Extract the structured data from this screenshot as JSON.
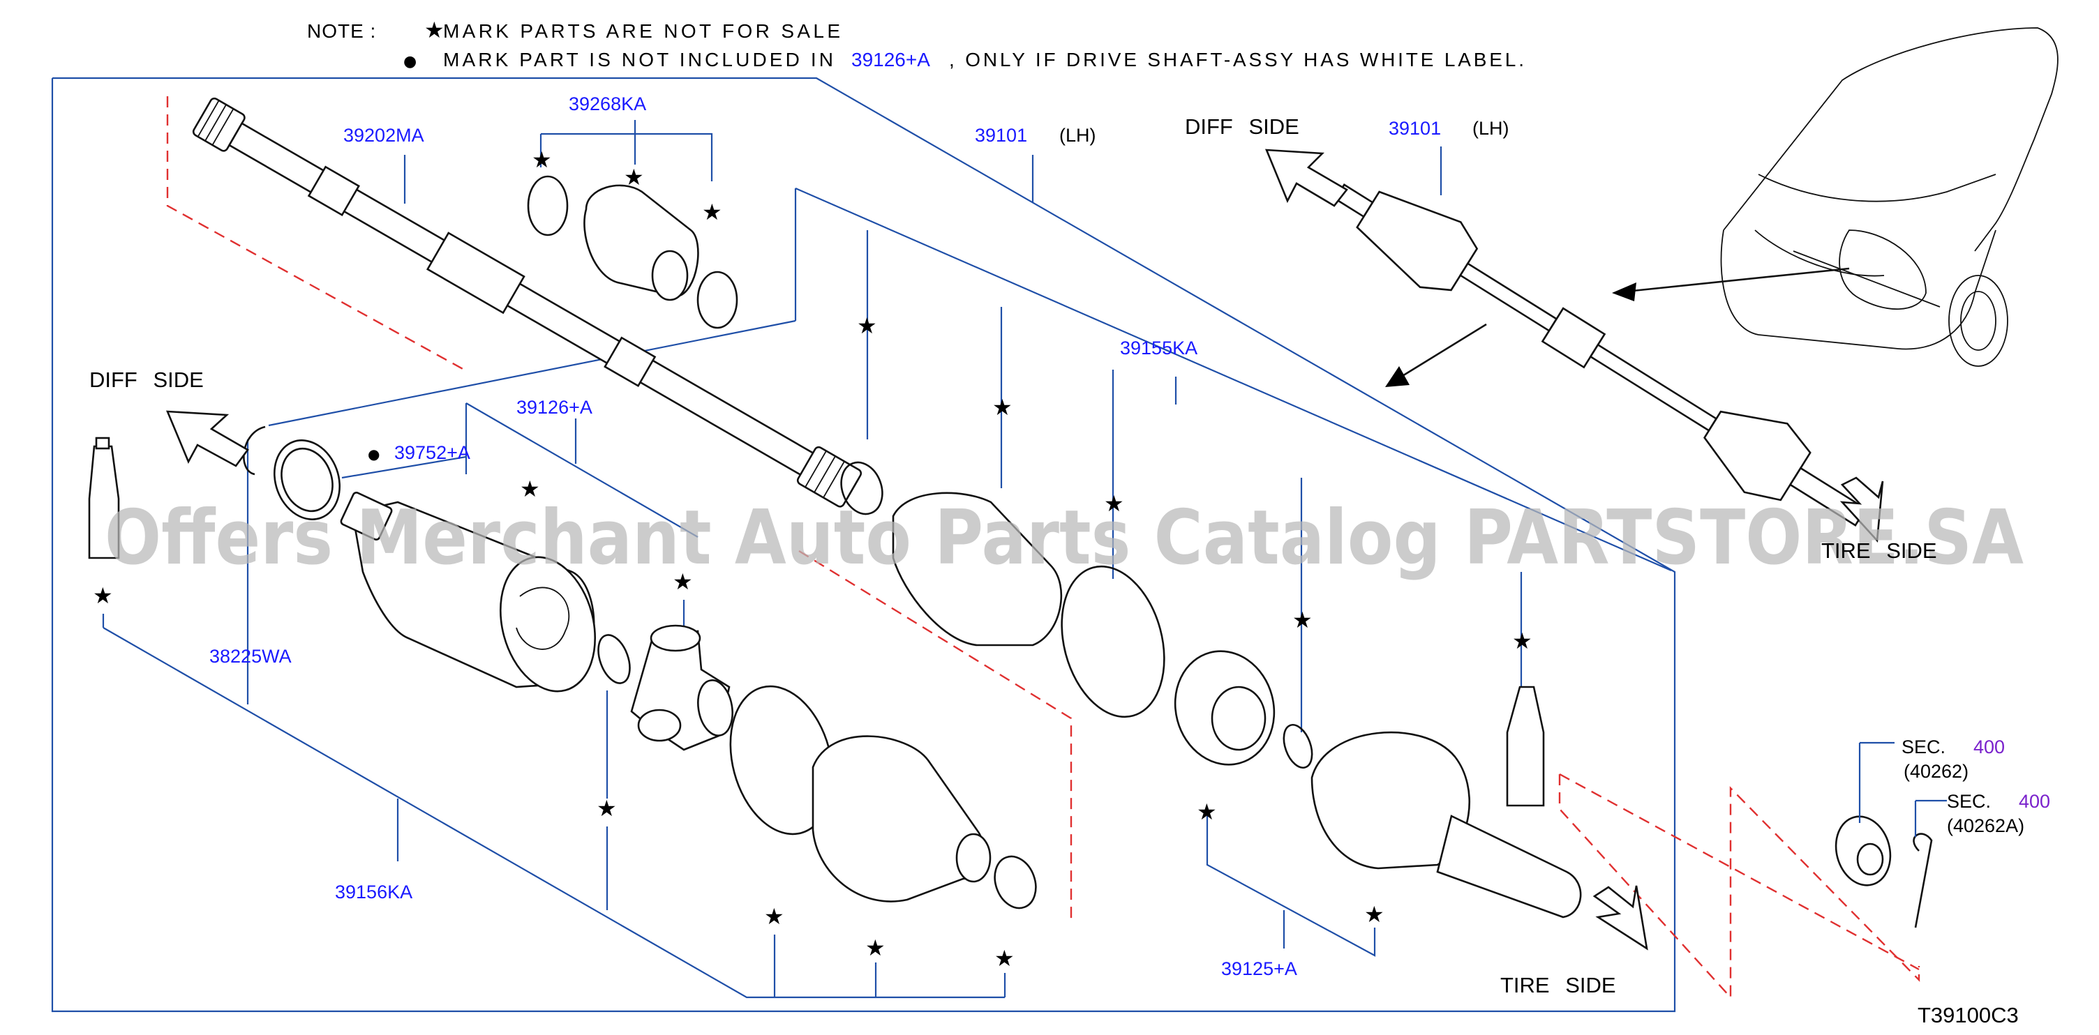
{
  "note": {
    "label": "NOTE :",
    "line1": "MARK PARTS ARE NOT FOR SALE",
    "line2_prefix": "MARK PART IS NOT INCLUDED IN",
    "line2_ref": "39126+A",
    "line2_suffix": ", ONLY IF DRIVE SHAFT-ASSY HAS WHITE LABEL."
  },
  "symbols": {
    "star": "★",
    "dot": "●"
  },
  "parts": {
    "p39202MA": "39202MA",
    "p39268KA": "39268KA",
    "p39101_main": "39101",
    "lh_main": "(LH)",
    "p39101_car": "39101",
    "lh_car": "(LH)",
    "p39155KA": "39155KA",
    "p39126A": "39126+A",
    "p39752A": "39752+A",
    "p38225WA": "38225WA",
    "p39156KA": "39156KA",
    "p39125A": "39125+A",
    "sec1_label": "SEC.",
    "sec1_num": "400",
    "sec1_ref": "(40262)",
    "sec2_label": "SEC.",
    "sec2_num": "400",
    "sec2_ref": "(40262A)"
  },
  "labels": {
    "diff_side_left": "DIFF SIDE",
    "diff_side_top": "DIFF SIDE",
    "tire_side_car": "TIRE SIDE",
    "tire_side_bottom": "TIRE SIDE",
    "diagram_code": "T39100C3"
  },
  "watermark": "Offers Merchant Auto Parts Catalog PARTSTORE.SA",
  "colors": {
    "part_number": "#1a1aff",
    "section_number": "#7a22cc",
    "leader": "#1f4fa8",
    "phantom": "#e03030"
  }
}
